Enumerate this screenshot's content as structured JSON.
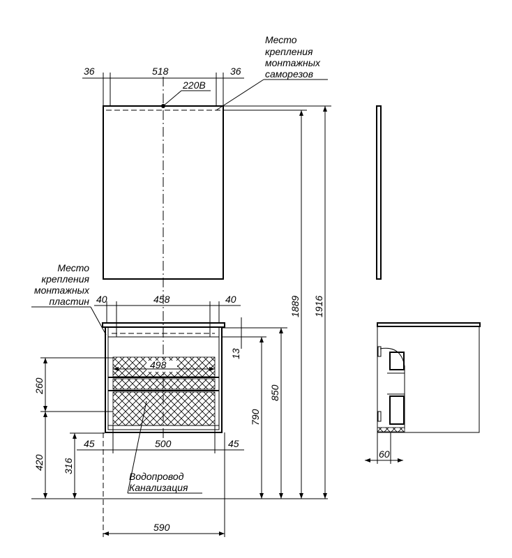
{
  "annotations": {
    "screws_note": [
      "Место",
      "крепления",
      "монтажных",
      "саморезов"
    ],
    "plates_note": [
      "Место",
      "крепления",
      "монтажных",
      "пластин"
    ],
    "power": "220В",
    "water": "Водопровод",
    "sewer": "Канализация"
  },
  "dimensions": {
    "mirror_left": "36",
    "mirror_mid": "518",
    "mirror_right": "36",
    "plate_left": "40",
    "plate_mid": "458",
    "plate_right": "40",
    "inner_width": "498",
    "top_offset": "13",
    "leg_left": "45",
    "leg_mid": "500",
    "leg_right": "45",
    "total_width": "590",
    "h_260": "260",
    "h_420": "420",
    "h_316": "316",
    "h_790": "790",
    "h_850": "850",
    "h_1889": "1889",
    "h_1916": "1916",
    "side_depth": "60"
  }
}
